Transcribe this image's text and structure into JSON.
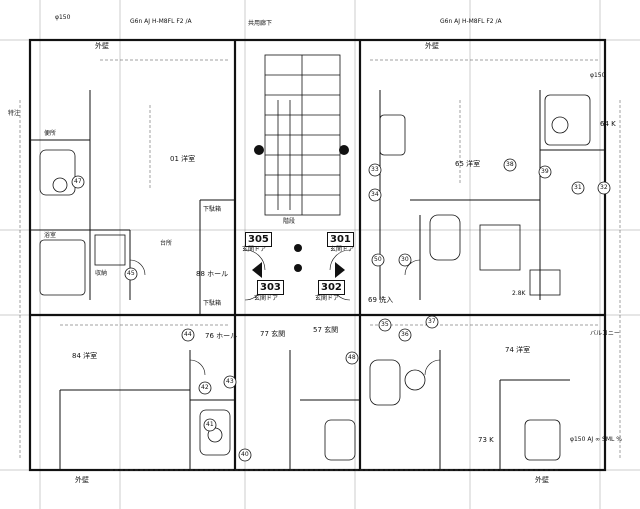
{
  "header": {
    "left_label": "G6n AJ H-M8FL F2 /A",
    "right_label": "G6n AJ H-M8FL F2 /A",
    "phi150_left": "φ150",
    "phi150_right": "φ150",
    "phi150_bottom": "φ150 AJ ∞ SML %",
    "outer_wall": "外壁",
    "outer_wall_bottom": "外壁"
  },
  "units": {
    "u305": "305",
    "u301": "301",
    "u303": "303",
    "u302": "302",
    "door": "玄関ドア",
    "u01": "01 洋室",
    "u65": "65 洋室",
    "u84": "84 洋室",
    "u74": "74 洋室",
    "u64k": "64 K",
    "u73k": "73 K",
    "u77": "77 玄関",
    "u57": "57 玄関",
    "u76": "76 ホール",
    "u88": "88 ホール",
    "u69": "69 洗入",
    "lower_hall": "下駄箱",
    "upper_hall": "下駄箱"
  },
  "circle_numbers": [
    "47",
    "45",
    "44",
    "43",
    "42",
    "41",
    "40",
    "33",
    "34",
    "35",
    "36",
    "37",
    "38",
    "39",
    "31",
    "32",
    "30",
    "50",
    "48"
  ],
  "notes": {
    "toilet": "便所",
    "bath": "浴室",
    "kitchen": "台所",
    "closet": "収納",
    "balcony": "バルコニー",
    "corridor": "共用廊下",
    "stair": "階段",
    "rounded": "2.8K",
    "tokyo": "特注"
  }
}
